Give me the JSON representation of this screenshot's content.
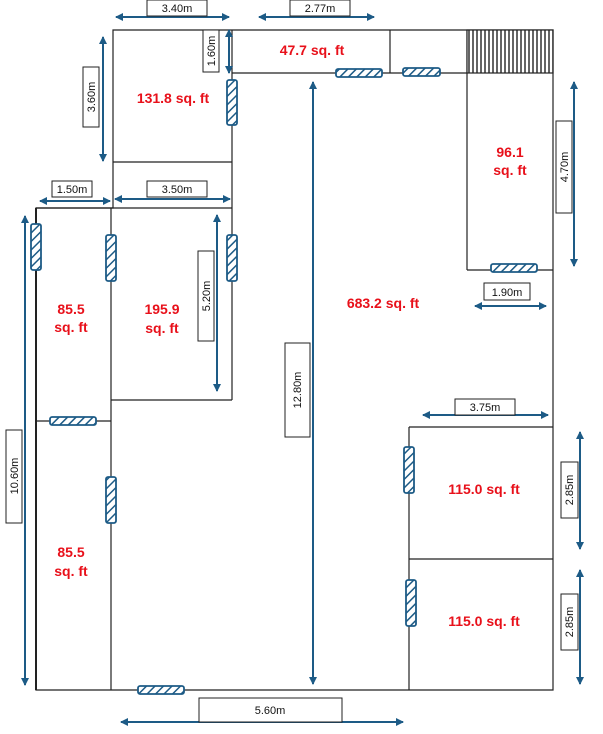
{
  "colors": {
    "wall": "#222222",
    "dimension": "#1d5b86",
    "door": "#1d5b86",
    "label": "#e8101a"
  },
  "rooms": {
    "r131": "131.8 sq. ft",
    "r47": "47.7 sq. ft",
    "r96_a": "96.1",
    "r96_b": "sq. ft",
    "r855a_a": "85.5",
    "r855a_b": "sq. ft",
    "r1959_a": "195.9",
    "r1959_b": "sq. ft",
    "r6832": "683.2 sq. ft",
    "r855b_a": "85.5",
    "r855b_b": "sq. ft",
    "r115a": "115.0 sq. ft",
    "r115b": "115.0 sq. ft"
  },
  "dims": {
    "d340": "3.40m",
    "d277": "2.77m",
    "d160": "1.60m",
    "d360": "3.60m",
    "d150": "1.50m",
    "d350": "3.50m",
    "d520": "5.20m",
    "d470": "4.70m",
    "d190": "1.90m",
    "d1280": "12.80m",
    "d1060": "10.60m",
    "d375": "3.75m",
    "d285a": "2.85m",
    "d285b": "2.85m",
    "d560": "5.60m"
  }
}
